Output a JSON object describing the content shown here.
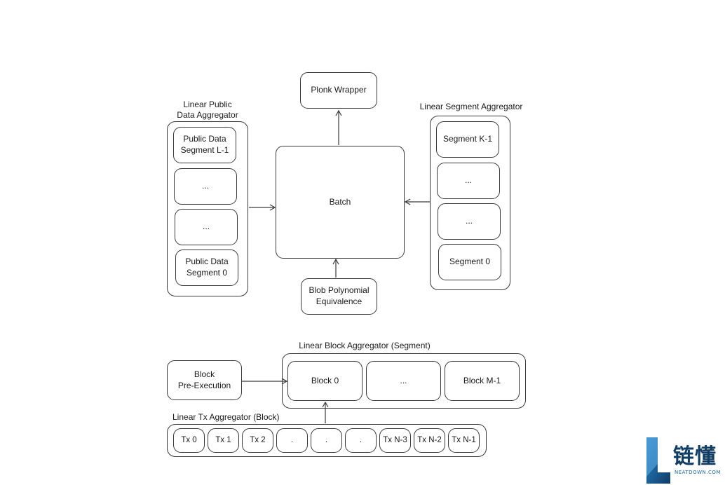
{
  "plonk_wrapper": "Plonk Wrapper",
  "batch": "Batch",
  "blob": {
    "line1": "Blob Polynomial",
    "line2": "Equivalence"
  },
  "public_agg": {
    "title_line1": "Linear Public",
    "title_line2": "Data Aggregator",
    "items": [
      {
        "line1": "Public Data",
        "line2": "Segment L-1"
      },
      {
        "line1": "...",
        "line2": ""
      },
      {
        "line1": "...",
        "line2": ""
      },
      {
        "line1": "Public Data",
        "line2": "Segment 0"
      }
    ]
  },
  "segment_agg": {
    "title": "Linear Segment Aggregator",
    "items": [
      "Segment K-1",
      "...",
      "...",
      "Segment 0"
    ]
  },
  "block_agg": {
    "title": "Linear Block Aggregator (Segment)",
    "items": [
      "Block 0",
      "...",
      "Block M-1"
    ]
  },
  "pre_exec": {
    "line1": "Block",
    "line2": "Pre-Execution"
  },
  "tx_agg": {
    "title": "Linear Tx Aggregator (Block)",
    "items": [
      "Tx 0",
      "Tx 1",
      "Tx 2",
      ".",
      ".",
      ".",
      "Tx N-3",
      "Tx N-2",
      "Tx N-1"
    ]
  },
  "logo": {
    "text": "链懂",
    "subtext": "NEATDOWN.COM",
    "color": "#0f3d66"
  }
}
